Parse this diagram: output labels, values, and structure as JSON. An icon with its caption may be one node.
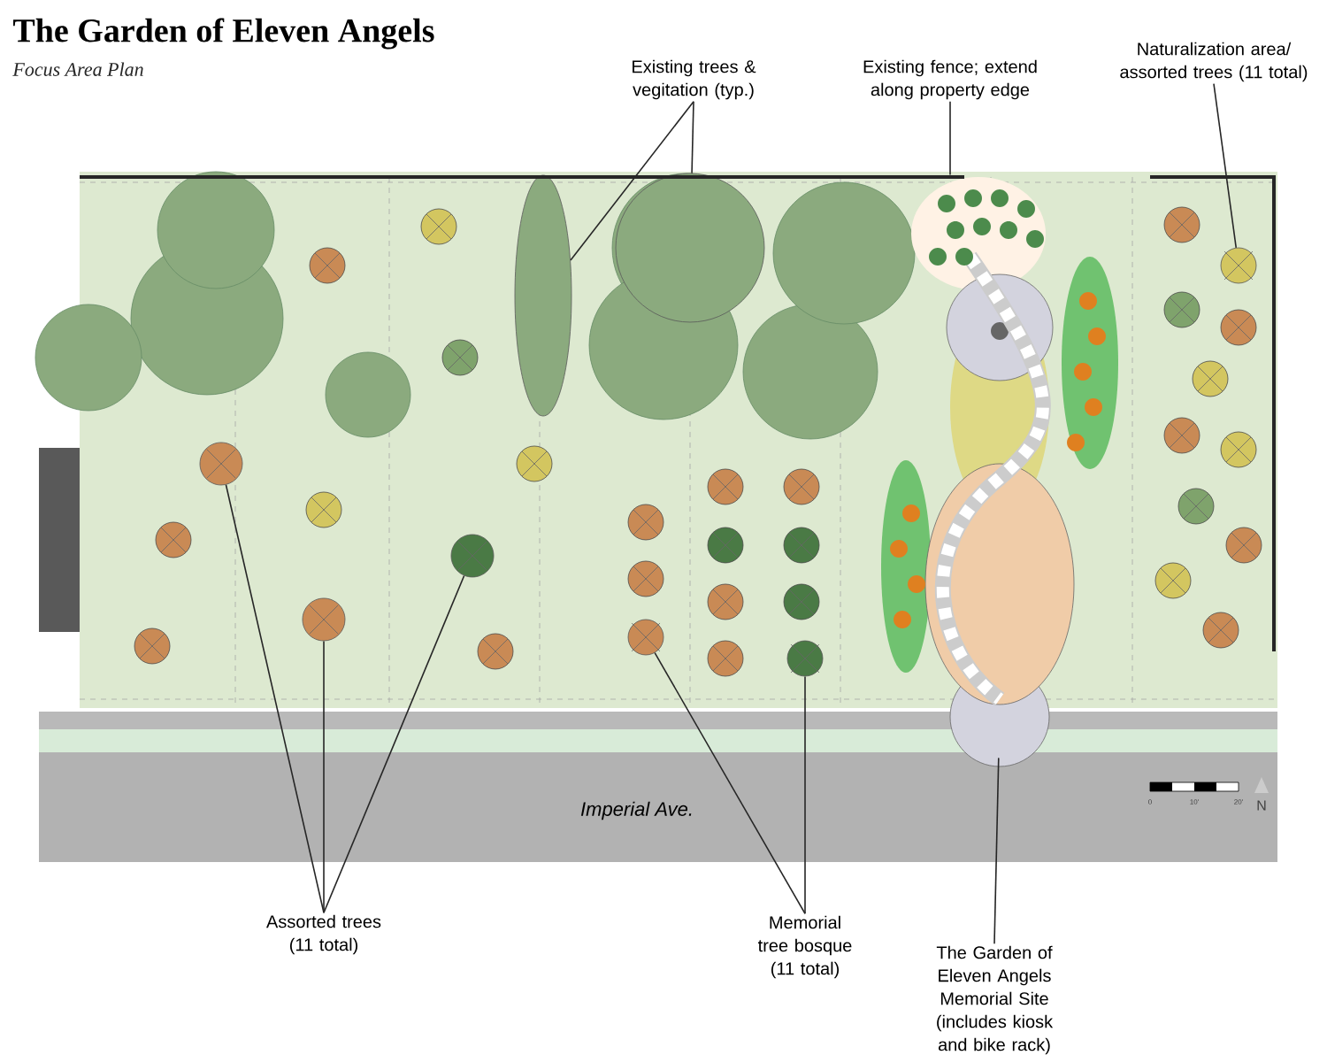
{
  "diagram": {
    "title": "The Garden of Eleven Angels",
    "caption": "Focus Area Plan",
    "nodes": [
      {
        "text": [
          "Existing trees & vegitation (typ.)"
        ]
      },
      {
        "text": [],
        "shape": "ellipse"
      },
      {
        "text": [],
        "shape": "circle"
      },
      {
        "text": [
          "Existing fence; extend along property edge"
        ]
      },
      {
        "text": [
          "Naturalization area/ assorted trees (11 total)"
        ]
      },
      {
        "text": [],
        "shape": "circle"
      },
      {
        "text": [],
        "shape": "circle"
      },
      {
        "text": [],
        "shape": "circle"
      },
      {
        "text": [],
        "shape": "circle"
      },
      {
        "text": [],
        "shape": "circle"
      },
      {
        "text": [],
        "shape": "circle"
      },
      {
        "text": [],
        "shape": "picture"
      },
      {
        "text": [
          "Assorted trees (11 total)"
        ]
      },
      {
        "text": [
          "Memorial tree bosque (11 total)"
        ]
      },
      {
        "text": [
          "The Garden of Eleven Angels Memorial Site (includes kiosk and bike rack)"
        ]
      },
      {
        "text": [],
        "shape": "line"
      }
    ],
    "edges": [
      {
        "from": 0,
        "to": 1,
        "arrow": "none"
      },
      {
        "from": 0,
        "to": 2,
        "arrow": "none"
      },
      {
        "from": 3,
        "to": 15,
        "arrow": "none"
      },
      {
        "from": 4,
        "to": 5,
        "arrow": "none"
      },
      {
        "from": 12,
        "to": 6,
        "arrow": "none"
      },
      {
        "from": 12,
        "to": 8,
        "arrow": "none"
      },
      {
        "from": 12,
        "to": 7,
        "arrow": "none"
      },
      {
        "from": 13,
        "to": 9,
        "arrow": "none"
      },
      {
        "from": 13,
        "to": 10,
        "arrow": "none"
      },
      {
        "from": 14,
        "to": 11,
        "arrow": "none"
      }
    ],
    "labels": [
      "Imperial Ave.",
      "0",
      "10'",
      "20'",
      "N"
    ]
  }
}
